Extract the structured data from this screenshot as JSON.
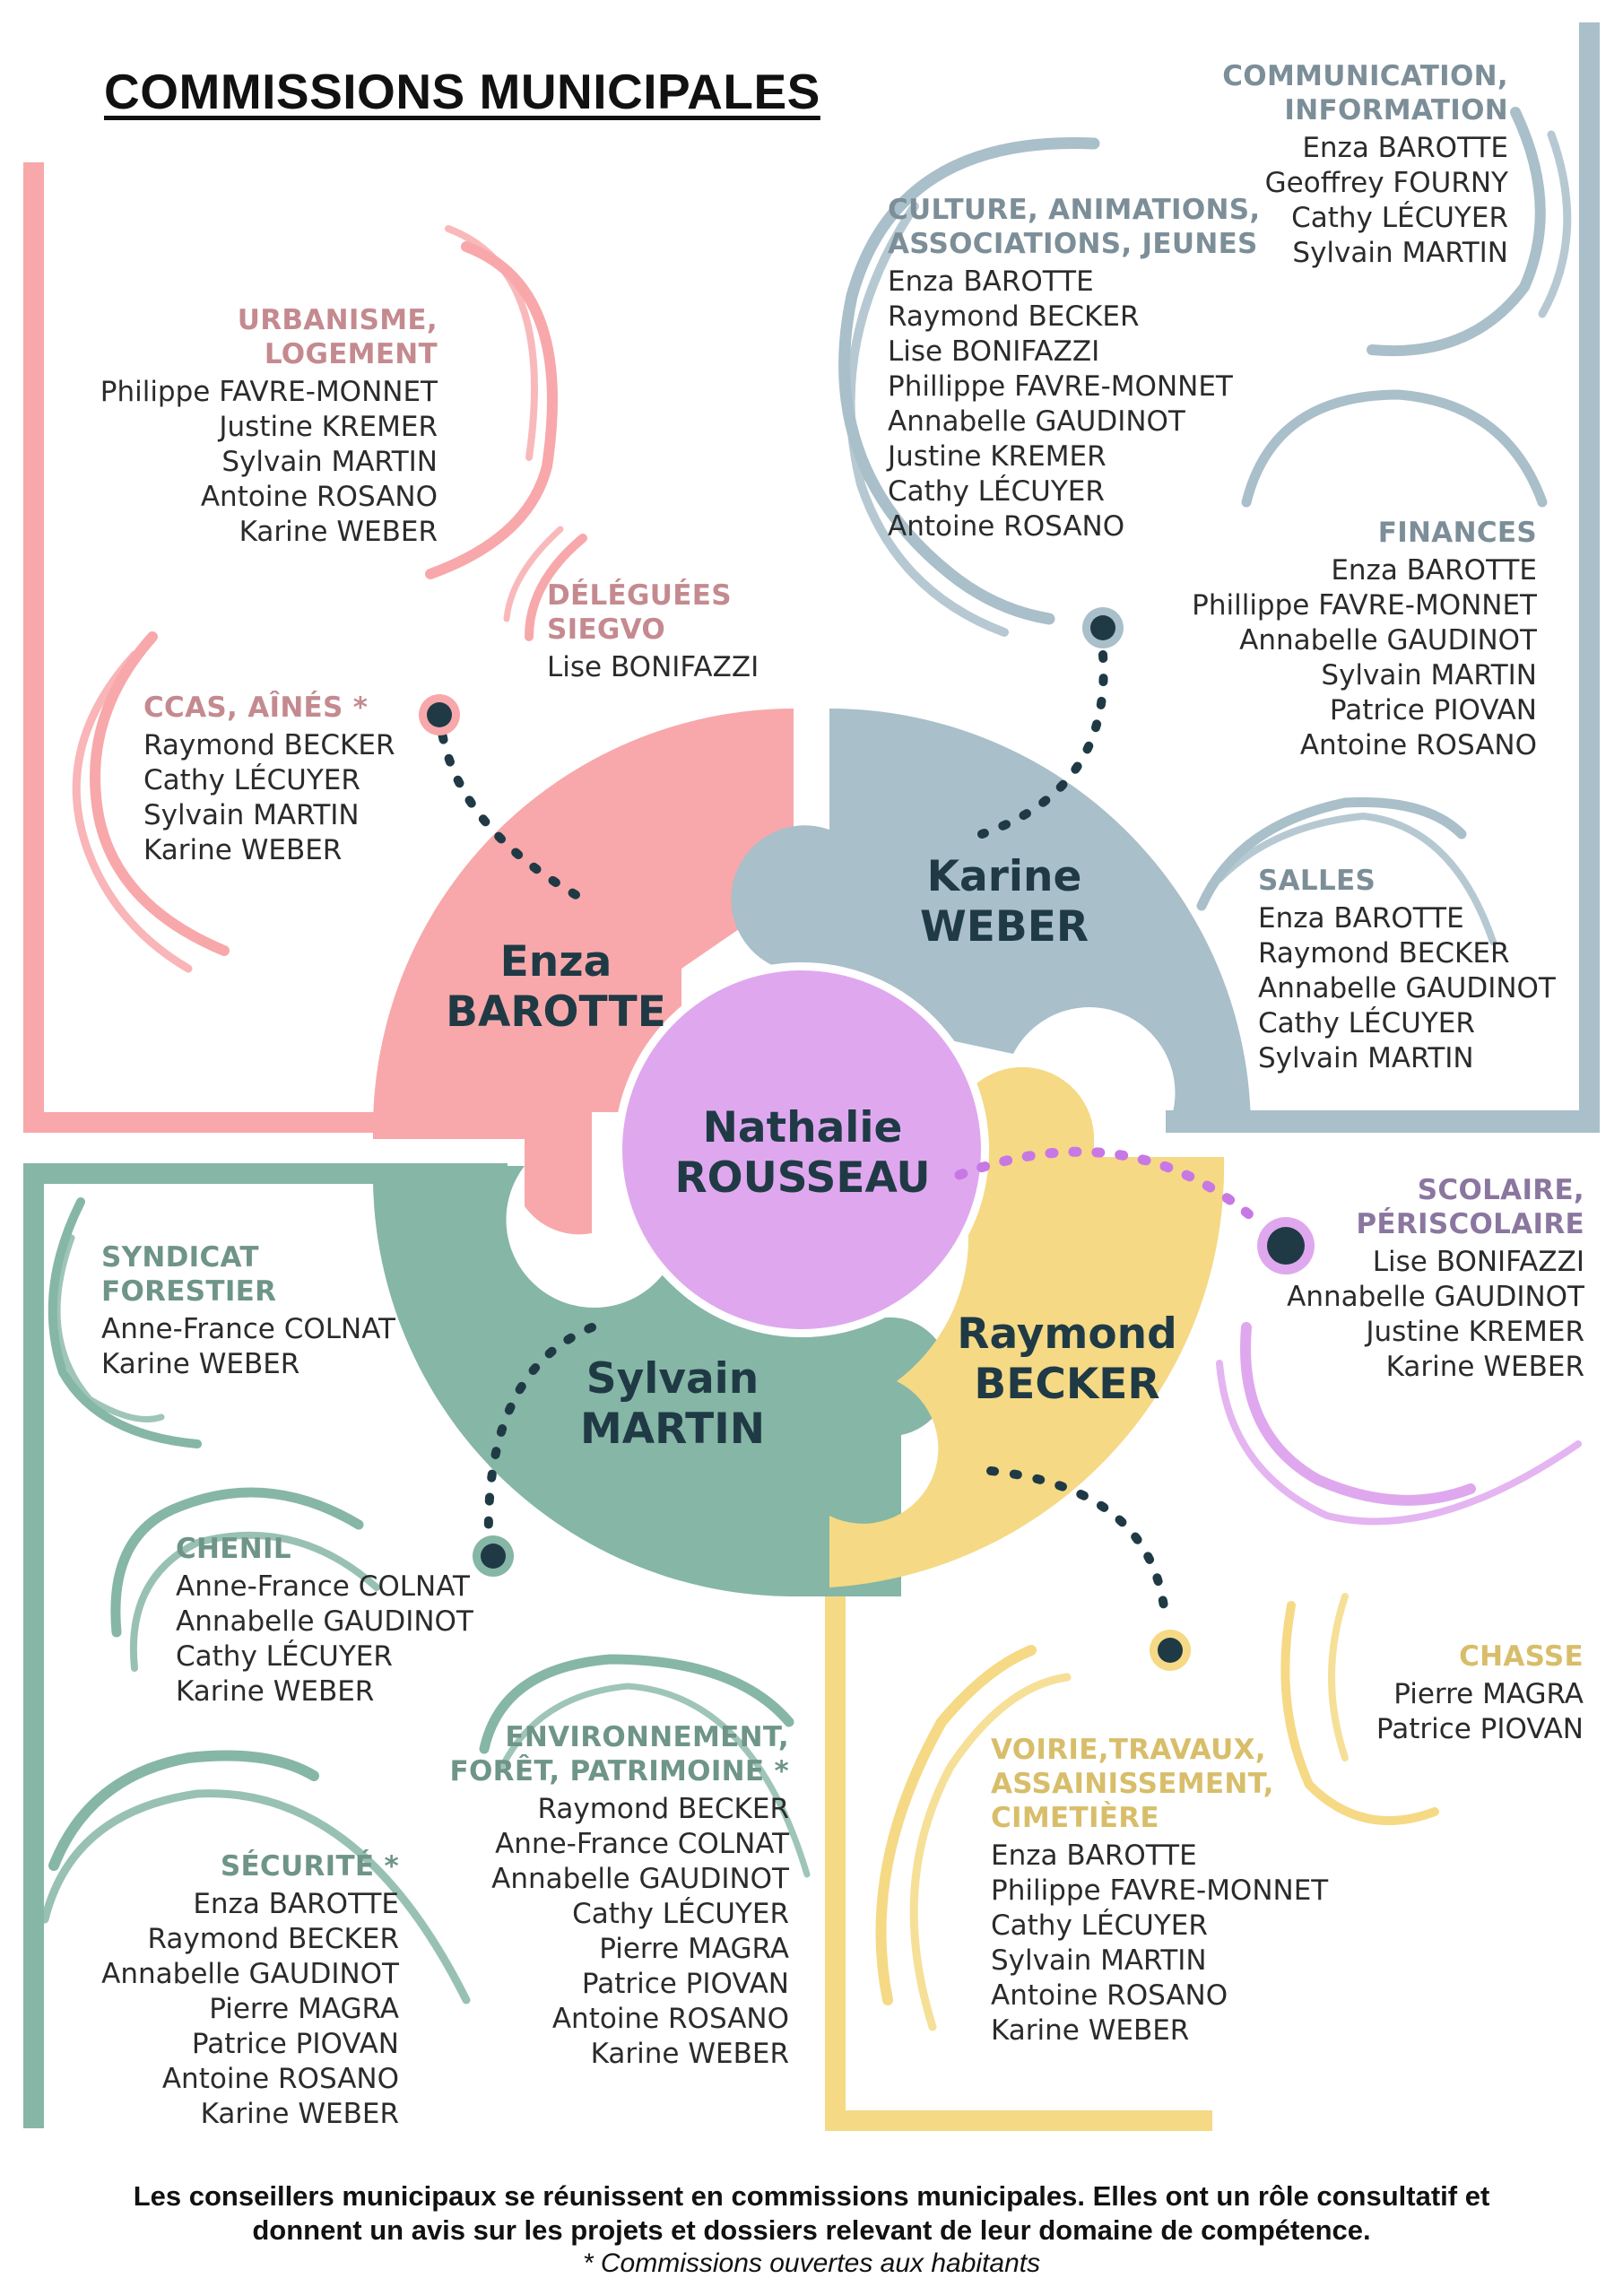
{
  "title": "COMMISSIONS MUNICIPALES",
  "colors": {
    "pink": "#F8A8AA",
    "blue": "#A9BFCA",
    "green": "#86B6A6",
    "yellow": "#F5D985",
    "purple": "#DFA8EE",
    "dark": "#1F3A45",
    "pink_title": "#C48A90",
    "blue_title": "#7C8E98",
    "green_title": "#6E9587",
    "yellow_title": "#D8BE6A",
    "purple_title": "#8B76A0",
    "purple_dash": "#C878E4"
  },
  "center": {
    "first": "Nathalie",
    "last": "ROUSSEAU"
  },
  "leaders": {
    "pink": {
      "first": "Enza",
      "last": "BAROTTE"
    },
    "blue": {
      "first": "Karine",
      "last": "WEBER"
    },
    "green": {
      "first": "Sylvain",
      "last": "MARTIN"
    },
    "yellow": {
      "first": "Raymond",
      "last": "BECKER"
    }
  },
  "commissions": {
    "urbanisme": {
      "title": [
        "URBANISME,",
        "LOGEMENT"
      ],
      "members": [
        "Philippe FAVRE-MONNET",
        "Justine KREMER",
        "Sylvain MARTIN",
        "Antoine ROSANO",
        "Karine WEBER"
      ]
    },
    "deleguees": {
      "title": [
        "DÉLÉGUÉES",
        "SIEGVO"
      ],
      "members": [
        "Lise BONIFAZZI"
      ]
    },
    "ccas": {
      "title": [
        "CCAS, AÎNÉS *"
      ],
      "members": [
        "Raymond BECKER",
        "Cathy LÉCUYER",
        "Sylvain MARTIN",
        "Karine WEBER"
      ]
    },
    "culture": {
      "title": [
        "CULTURE, ANIMATIONS,",
        "ASSOCIATIONS, JEUNES"
      ],
      "members": [
        "Enza BAROTTE",
        "Raymond BECKER",
        "Lise BONIFAZZI",
        "Phillippe FAVRE-MONNET",
        "Annabelle GAUDINOT",
        "Justine KREMER",
        "Cathy LÉCUYER",
        "Antoine ROSANO"
      ]
    },
    "communication": {
      "title": [
        "COMMUNICATION,",
        "INFORMATION"
      ],
      "members": [
        "Enza BAROTTE",
        "Geoffrey FOURNY",
        "Cathy LÉCUYER",
        "Sylvain MARTIN"
      ]
    },
    "finances": {
      "title": [
        "FINANCES"
      ],
      "members": [
        "Enza BAROTTE",
        "Phillippe FAVRE-MONNET",
        "Annabelle GAUDINOT",
        "Sylvain MARTIN",
        "Patrice PIOVAN",
        "Antoine ROSANO"
      ]
    },
    "salles": {
      "title": [
        "SALLES"
      ],
      "members": [
        "Enza BAROTTE",
        "Raymond BECKER",
        "Annabelle GAUDINOT",
        "Cathy LÉCUYER",
        "Sylvain MARTIN"
      ]
    },
    "scolaire": {
      "title": [
        "SCOLAIRE,",
        "PÉRISCOLAIRE"
      ],
      "members": [
        "Lise BONIFAZZI",
        "Annabelle GAUDINOT",
        "Justine KREMER",
        "Karine WEBER"
      ]
    },
    "syndicat": {
      "title": [
        "SYNDICAT",
        "FORESTIER"
      ],
      "members": [
        "Anne-France COLNAT",
        "Karine WEBER"
      ]
    },
    "chenil": {
      "title": [
        "CHENIL"
      ],
      "members": [
        "Anne-France COLNAT",
        "Annabelle GAUDINOT",
        "Cathy LÉCUYER",
        "Karine WEBER"
      ]
    },
    "environnement": {
      "title": [
        "ENVIRONNEMENT,",
        "FORÊT, PATRIMOINE *"
      ],
      "members": [
        "Raymond BECKER",
        "Anne-France COLNAT",
        "Annabelle GAUDINOT",
        "Cathy LÉCUYER",
        "Pierre MAGRA",
        "Patrice PIOVAN",
        "Antoine ROSANO",
        "Karine WEBER"
      ]
    },
    "securite": {
      "title": [
        "SÉCURITÉ *"
      ],
      "members": [
        "Enza BAROTTE",
        "Raymond BECKER",
        "Annabelle GAUDINOT",
        "Pierre MAGRA",
        "Patrice PIOVAN",
        "Antoine ROSANO",
        "Karine WEBER"
      ]
    },
    "voirie": {
      "title": [
        "VOIRIE,TRAVAUX,",
        "ASSAINISSEMENT,",
        "CIMETIÈRE"
      ],
      "members": [
        "Enza BAROTTE",
        "Philippe FAVRE-MONNET",
        "Cathy LÉCUYER",
        "Sylvain MARTIN",
        "Antoine ROSANO",
        "Karine WEBER"
      ]
    },
    "chasse": {
      "title": [
        "CHASSE"
      ],
      "members": [
        "Pierre MAGRA",
        "Patrice PIOVAN"
      ]
    }
  },
  "footer": {
    "line1": "Les conseillers municipaux se réunissent en commissions municipales. Elles ont un rôle consultatif et",
    "line2": "donnent un avis sur les projets et dossiers relevant de leur domaine de compétence.",
    "note": "* Commissions ouvertes aux habitants"
  }
}
